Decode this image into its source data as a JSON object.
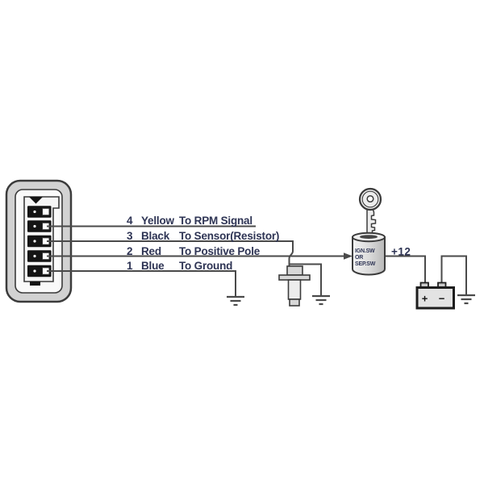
{
  "wire_labels": [
    {
      "num": "4",
      "color": "Yellow",
      "destination": "To RPM Signal"
    },
    {
      "num": "3",
      "color": "Black",
      "destination": "To Sensor(Resistor)"
    },
    {
      "num": "2",
      "color": "Red",
      "destination": "To Positive Pole"
    },
    {
      "num": "1",
      "color": "Blue",
      "destination": "To Ground"
    }
  ],
  "ignition_switch": {
    "line1": "IGN.SW",
    "line2": "OR",
    "line3": "SEP.SW"
  },
  "power_label": "+12",
  "battery": {
    "positive": "+",
    "negative": "−"
  },
  "icons": {
    "key": "key-icon",
    "switch": "ignition-switch-cylinder",
    "battery": "battery-symbol",
    "ground": "ground-symbol",
    "sensor": "sensor-probe",
    "connector": "gauge-connector-plug",
    "arrow": "wire-arrowhead"
  },
  "colors": {
    "wire": "#4a4a4a",
    "outline": "#3b3b3b",
    "pin": "#141414",
    "text": "#2e3454",
    "component_fill": "#e6e6e6"
  }
}
